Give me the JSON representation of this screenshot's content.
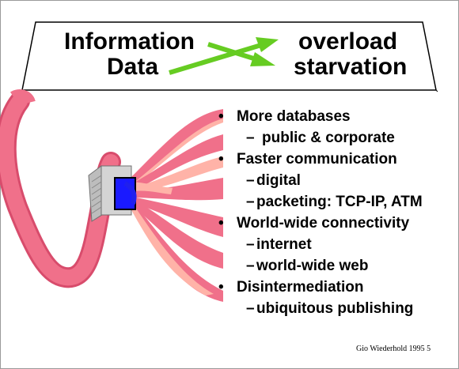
{
  "banner": {
    "left_top": "Information",
    "left_bottom": "Data",
    "right_top": "overload",
    "right_bottom": "starvation",
    "arrow_color": "#66cc22"
  },
  "bullets": [
    {
      "text": "More databases",
      "subs": [
        {
          "text": "public & corporate",
          "wide": true
        }
      ]
    },
    {
      "text": "Faster communication",
      "subs": [
        {
          "text": "digital"
        },
        {
          "text": "packeting: TCP-IP, ATM"
        }
      ]
    },
    {
      "text": "World-wide connectivity",
      "subs": [
        {
          "text": "internet"
        },
        {
          "text": "world-wide web"
        }
      ]
    },
    {
      "text": "Disintermediation",
      "subs": [
        {
          "text": "ubiquitous publishing"
        }
      ]
    }
  ],
  "bullet_glyph": "•",
  "dash_glyph": "–",
  "footer": "Gio Wiederhold 1995  5",
  "colors": {
    "cable": "#f0708a",
    "cable_dark": "#d84c6c",
    "cable_light": "#ffb3a8",
    "screen": "#1a1aff",
    "monitor": "#cfcfcf"
  }
}
